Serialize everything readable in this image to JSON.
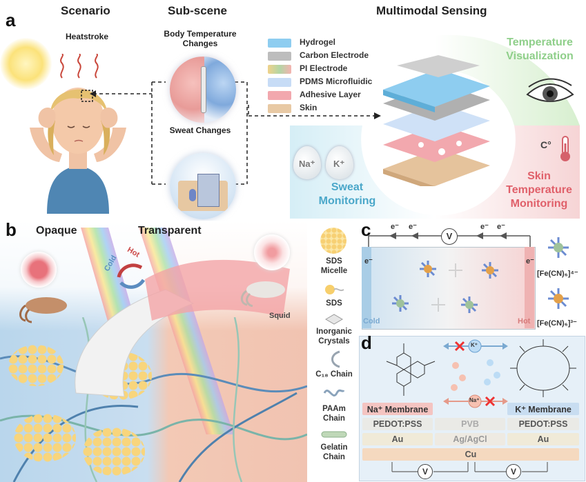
{
  "panel_a": {
    "letter": "a",
    "scenario_title": "Scenario",
    "subscene_title": "Sub-scene",
    "multimodal_title": "Multimodal Sensing",
    "heatstroke": "Heatstroke",
    "body_temp": "Body Temperature Changes",
    "sweat_changes": "Sweat Changes",
    "layers": [
      {
        "label": "Hydrogel",
        "color": "#8ecdf0"
      },
      {
        "label": "Carbon Electrode",
        "color": "#bdbdbd"
      },
      {
        "label": "PI Electrode",
        "color": "#e9c77a"
      },
      {
        "label": "PDMS Microfluidic",
        "color": "#c7dcf6"
      },
      {
        "label": "Adhesive Layer",
        "color": "#f2a8ae"
      },
      {
        "label": "Skin",
        "color": "#e8c9a4"
      }
    ],
    "temp_visualization_1": "Temperature",
    "temp_visualization_2": "Visualization",
    "sweat_monitoring_1": "Sweat",
    "sweat_monitoring_2": "Monitoring",
    "skin_temp_1": "Skin",
    "skin_temp_2": "Temperature",
    "skin_temp_3": "Monitoring",
    "na_ion": "Na⁺",
    "k_ion": "K⁺",
    "celsius": "C°"
  },
  "panel_b": {
    "letter": "b",
    "opaque": "Opaque",
    "transparent": "Transparent",
    "cold": "Cold",
    "hot": "Hot",
    "squid": "Squid",
    "legend": [
      {
        "label_1": "SDS",
        "label_2": "Micelle"
      },
      {
        "label_1": "SDS",
        "label_2": ""
      },
      {
        "label_1": "Inorganic",
        "label_2": "Crystals"
      },
      {
        "label_1": "C₁₈ Chain",
        "label_2": ""
      },
      {
        "label_1": "PAAm",
        "label_2": "Chain"
      },
      {
        "label_1": "Gelatin",
        "label_2": "Chain"
      }
    ]
  },
  "panel_c": {
    "letter": "c",
    "electron": "e⁻",
    "voltmeter": "V",
    "cold": "Cold",
    "hot": "Hot",
    "ion1": "[Fe(CN)₆]⁴⁻",
    "ion2": "[Fe(CN)₆]³⁻"
  },
  "panel_d": {
    "letter": "d",
    "k_ion": "K⁺",
    "na_ion": "Na⁺",
    "na_membrane": "Na⁺ Membrane",
    "k_membrane": "K⁺ Membrane",
    "pedot1": "PEDOT:PSS",
    "pvb": "PVB",
    "pedot2": "PEDOT:PSS",
    "au1": "Au",
    "agcl": "Ag/AgCl",
    "au2": "Au",
    "cu": "Cu",
    "voltmeter": "V"
  },
  "colors": {
    "sweat_blue": "#4aa7c9",
    "temp_green": "#8fcf8a",
    "skin_red": "#e0606a"
  }
}
